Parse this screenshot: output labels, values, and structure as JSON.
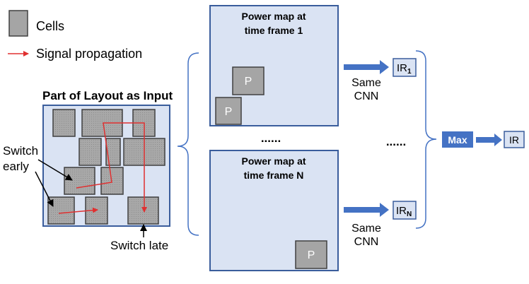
{
  "legend": {
    "cells_label": "Cells",
    "signal_label": "Signal propagation"
  },
  "layout_panel": {
    "title": "Part of Layout as Input",
    "switch_early_line1": "Switch",
    "switch_early_line2": "early",
    "switch_late": "Switch late"
  },
  "power_map_1": {
    "title_line1": "Power map at",
    "title_line2": "time frame 1",
    "cell_label": "P"
  },
  "dots_middle": "......",
  "power_map_n": {
    "title_line1": "Power map at",
    "title_line2": "time frame N",
    "cell_label": "P"
  },
  "cnn_top": {
    "line1": "Same",
    "line2": "CNN"
  },
  "cnn_bottom": {
    "line1": "Same",
    "line2": "CNN"
  },
  "ir_1": {
    "base": "IR",
    "sub": "1"
  },
  "ir_n": {
    "base": "IR",
    "sub": "N"
  },
  "dots_right": "......",
  "max_label": "Max",
  "ir_out": "IR",
  "colors": {
    "panel_fill": "#dae3f3",
    "panel_border": "#3a5d9c",
    "cell_fill": "#a5a5a5",
    "cell_border": "#404040",
    "arrow_blue": "#4472c4",
    "signal_red": "#e03030"
  }
}
